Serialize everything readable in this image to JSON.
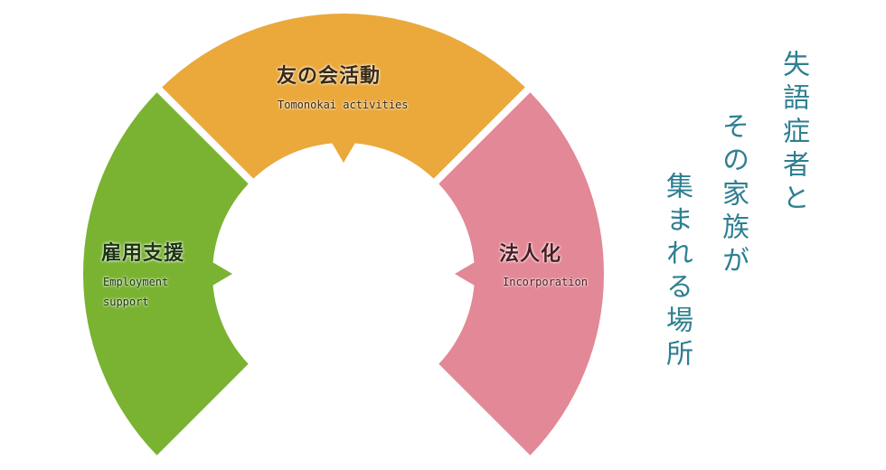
{
  "segments": [
    {
      "title": "友の会活動",
      "subtitle": "Tomonokai activities",
      "color": "#eba83b"
    },
    {
      "title": "雇用支援",
      "subtitle_line1": "Employment",
      "subtitle_line2": "support",
      "color": "#7ab332"
    },
    {
      "title": "法人化",
      "subtitle": "Incorporation",
      "color": "#e38896"
    }
  ],
  "tagline": {
    "line1": "失語症者と",
    "line2": "その家族が",
    "line3": "集まれる場所",
    "color": "#2e7f91"
  }
}
